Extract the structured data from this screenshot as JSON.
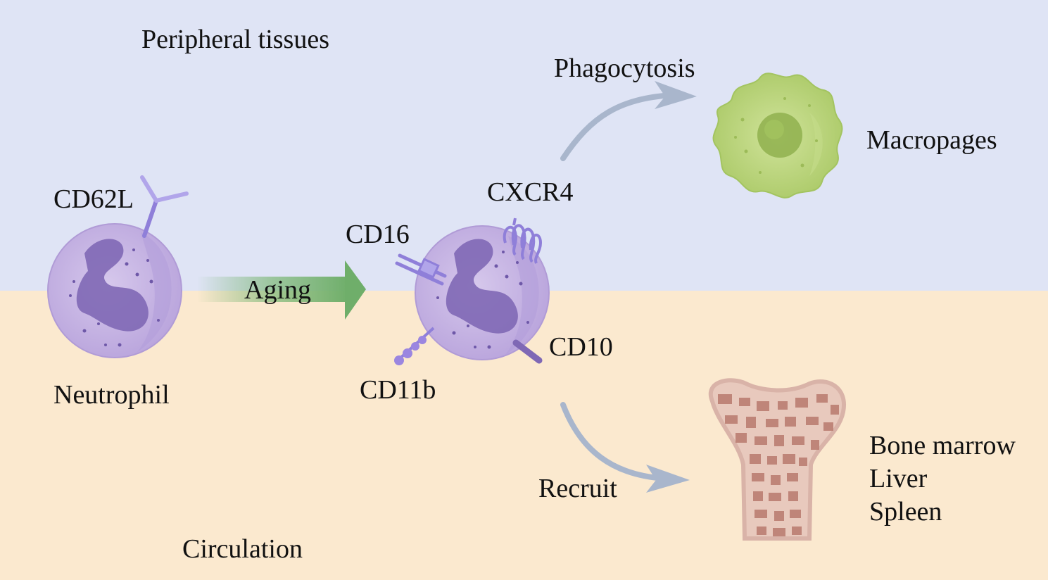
{
  "regions": {
    "peripheral": {
      "label": "Peripheral tissues",
      "color": "#dfe4f5"
    },
    "circulation": {
      "label": "Circulation",
      "color": "#fbe9cf"
    }
  },
  "cells": {
    "neutrophil": {
      "label": "Neutrophil",
      "marker": "CD62L"
    },
    "aged_neutrophil": {
      "markers": {
        "cxcr4": "CXCR4",
        "cd16": "CD16",
        "cd10": "CD10",
        "cd11b": "CD11b"
      }
    },
    "macrophage": {
      "label": "Macropages"
    }
  },
  "process": {
    "aging": "Aging",
    "phagocytosis": "Phagocytosis",
    "recruit": "Recruit"
  },
  "organs": {
    "bone_marrow": "Bone marrow",
    "liver": "Liver",
    "spleen": "Spleen"
  },
  "colors": {
    "cell_membrane": "#c8b6e2",
    "nucleus": "#7f68b5",
    "receptor": "#8f7fd9",
    "macrophage": "#b8d37a",
    "arrow_aging": "#6fae6a",
    "arrow_curve": "#a9b6cc",
    "bone": "#d9b3a8",
    "bone_marrow": "#b87a6e"
  }
}
